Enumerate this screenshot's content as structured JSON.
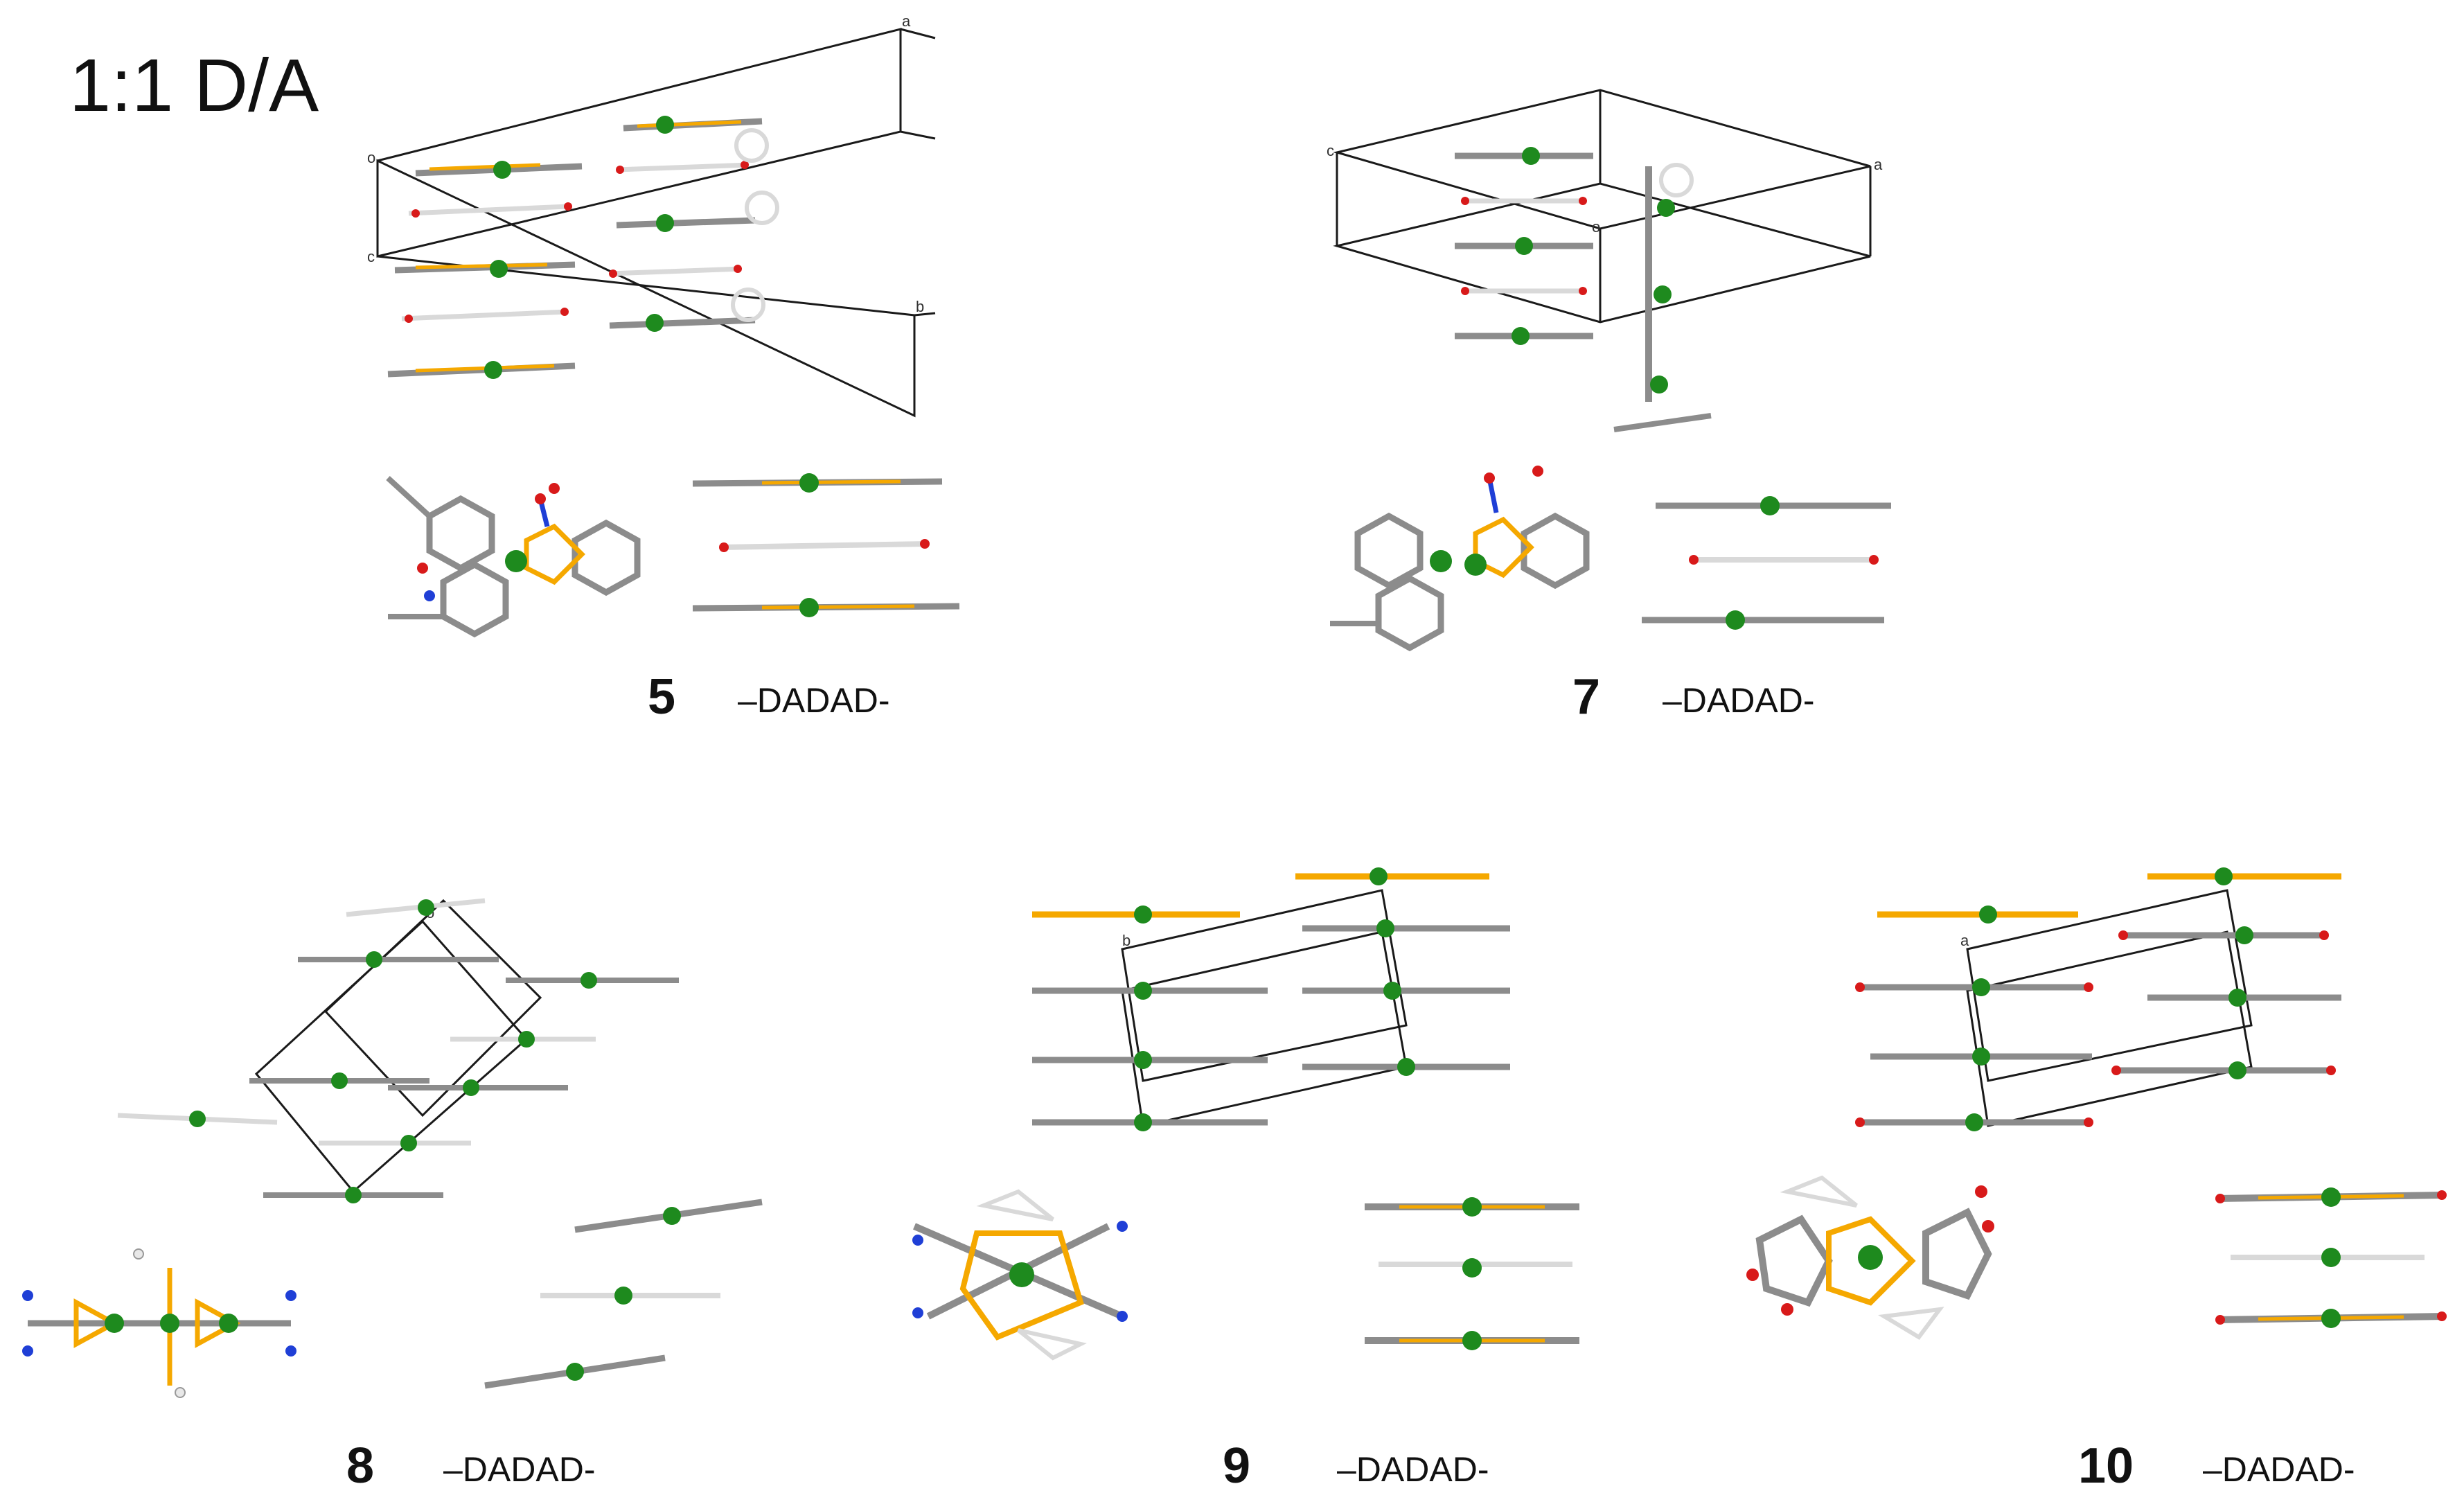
{
  "figure": {
    "title": "1:1 D/A",
    "atom_colors": {
      "carbon": "#8c8c8c",
      "carbon_light": "#d9d9d9",
      "hydrogen": "#e8e8e8",
      "nitrogen": "#1f3fd6",
      "oxygen": "#d81a1a",
      "sulfur": "#f5a800",
      "metal": "#1e8a1e"
    },
    "panels": [
      {
        "compound": "5",
        "stacking": "–DADAD-",
        "cell_axes": [
          "a",
          "b",
          "c",
          "o"
        ],
        "acceptor_type": "nitro"
      },
      {
        "compound": "7",
        "stacking": "–DADAD-",
        "cell_axes": [
          "a",
          "c",
          "o"
        ],
        "acceptor_type": "nitro"
      },
      {
        "compound": "8",
        "stacking": "–DADAD-",
        "cell_axes": [
          "o"
        ],
        "acceptor_type": "cyano"
      },
      {
        "compound": "9",
        "stacking": "–DADAD-",
        "cell_axes": [
          "b"
        ],
        "acceptor_type": "cyano"
      },
      {
        "compound": "10",
        "stacking": "–DADAD-",
        "cell_axes": [
          "a"
        ],
        "acceptor_type": "oxo"
      }
    ]
  }
}
